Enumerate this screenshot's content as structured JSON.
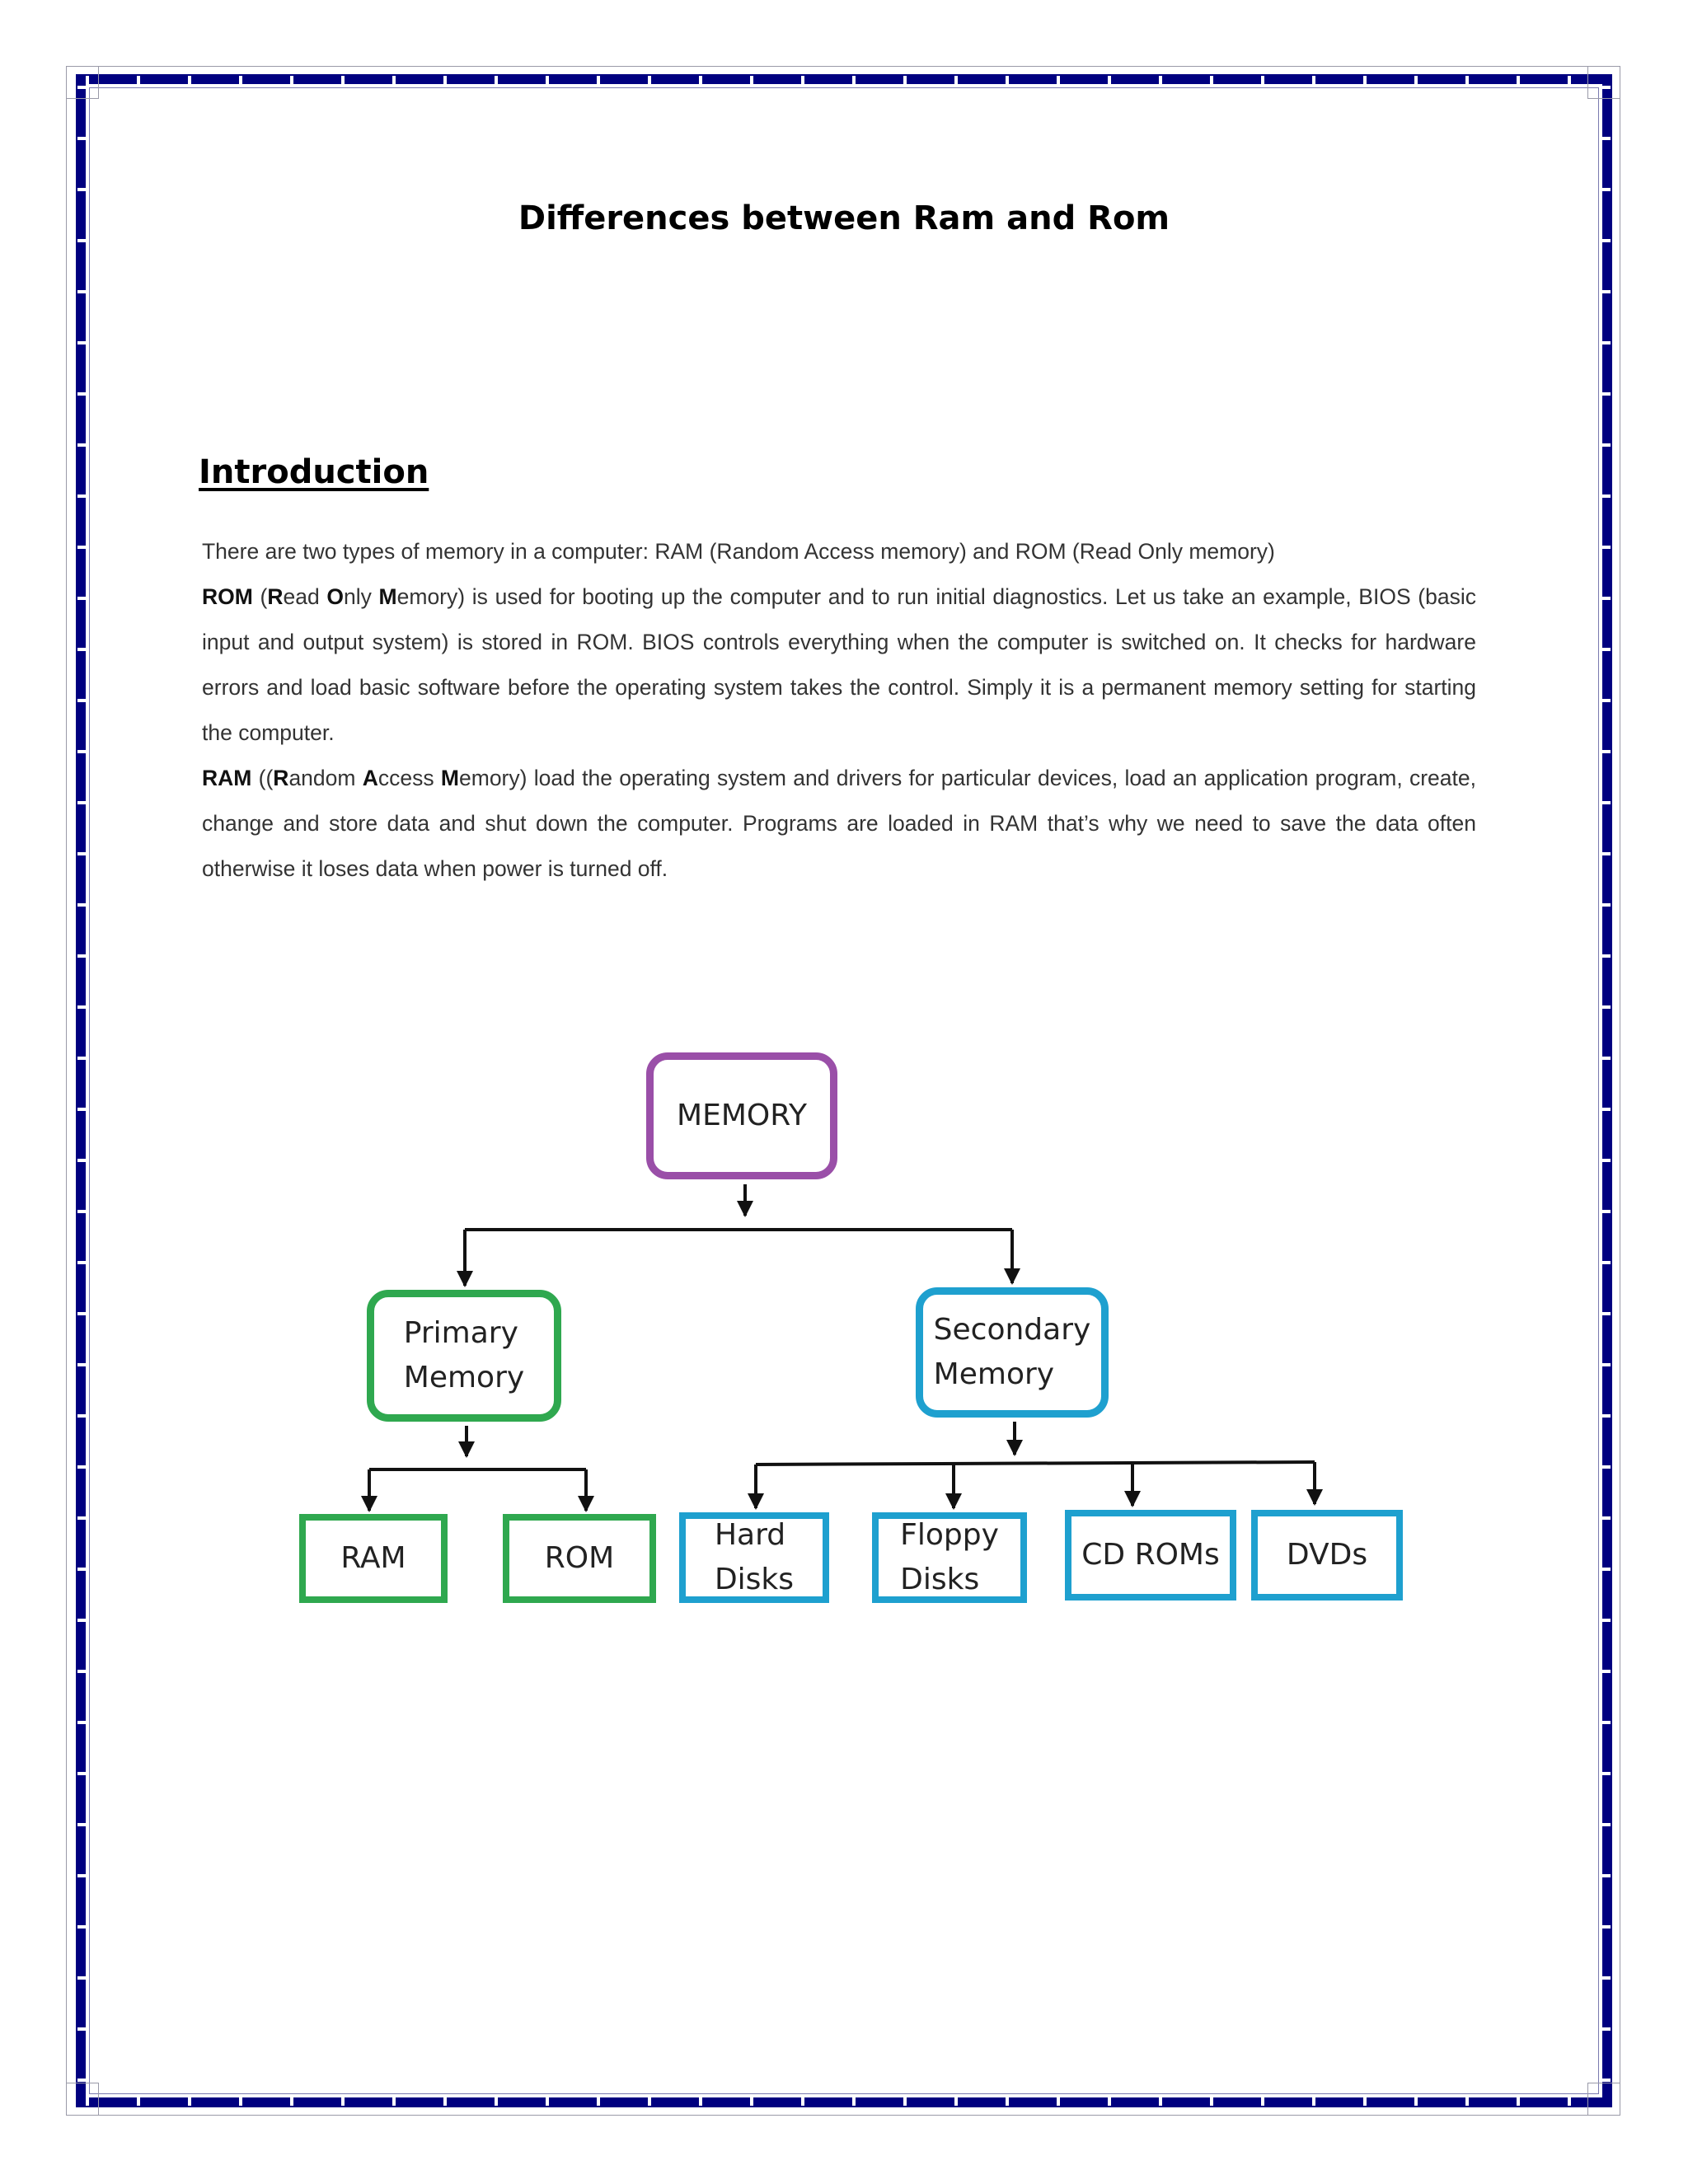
{
  "document": {
    "title": "Differences between Ram and Rom",
    "introduction": {
      "heading": "Introduction",
      "para1": "There are two types of memory in a computer: RAM (Random Access memory) and ROM (Read Only memory)",
      "para2": {
        "abbr": "ROM",
        "expansion": {
          "p1": "R",
          "p2": "ead ",
          "p3": "O",
          "p4": "nly ",
          "p5": "M",
          "p6": "emory"
        },
        "rest": ") is used for booting up the computer and to run initial diagnostics.  Let us take an example, BIOS (basic input and output system) is stored in ROM. BIOS controls everything when the computer is switched on. It checks for hardware errors and load basic software before the operating system takes the control. Simply it is a permanent memory setting for starting the computer."
      },
      "para3": {
        "abbr": "RAM",
        "expansion": {
          "p1": "R",
          "p2": "andom ",
          "p3": "A",
          "p4": "ccess ",
          "p5": "M",
          "p6": "emory"
        },
        "rest": ") load the operating system and drivers for particular devices, load an application program, create, change and store data and shut down the computer. Programs are loaded in RAM that’s why we need to save the data often otherwise it loses data when power is turned off."
      }
    }
  },
  "diagram": {
    "root": "MEMORY",
    "primary": [
      "Primary",
      "Memory"
    ],
    "secondary": [
      "Secondary",
      "Memory"
    ],
    "primary_children": [
      "RAM",
      "ROM"
    ],
    "secondary_children": [
      [
        "Hard",
        "Disks"
      ],
      [
        "Floppy",
        "Disks"
      ],
      [
        "CD ROMs"
      ],
      [
        "DVDs"
      ]
    ],
    "colors": {
      "root": "#9a4fa8",
      "primary": "#2fa84f",
      "secondary": "#1ea0cf",
      "connector": "#111111"
    }
  },
  "border": {
    "color": "#000080"
  }
}
